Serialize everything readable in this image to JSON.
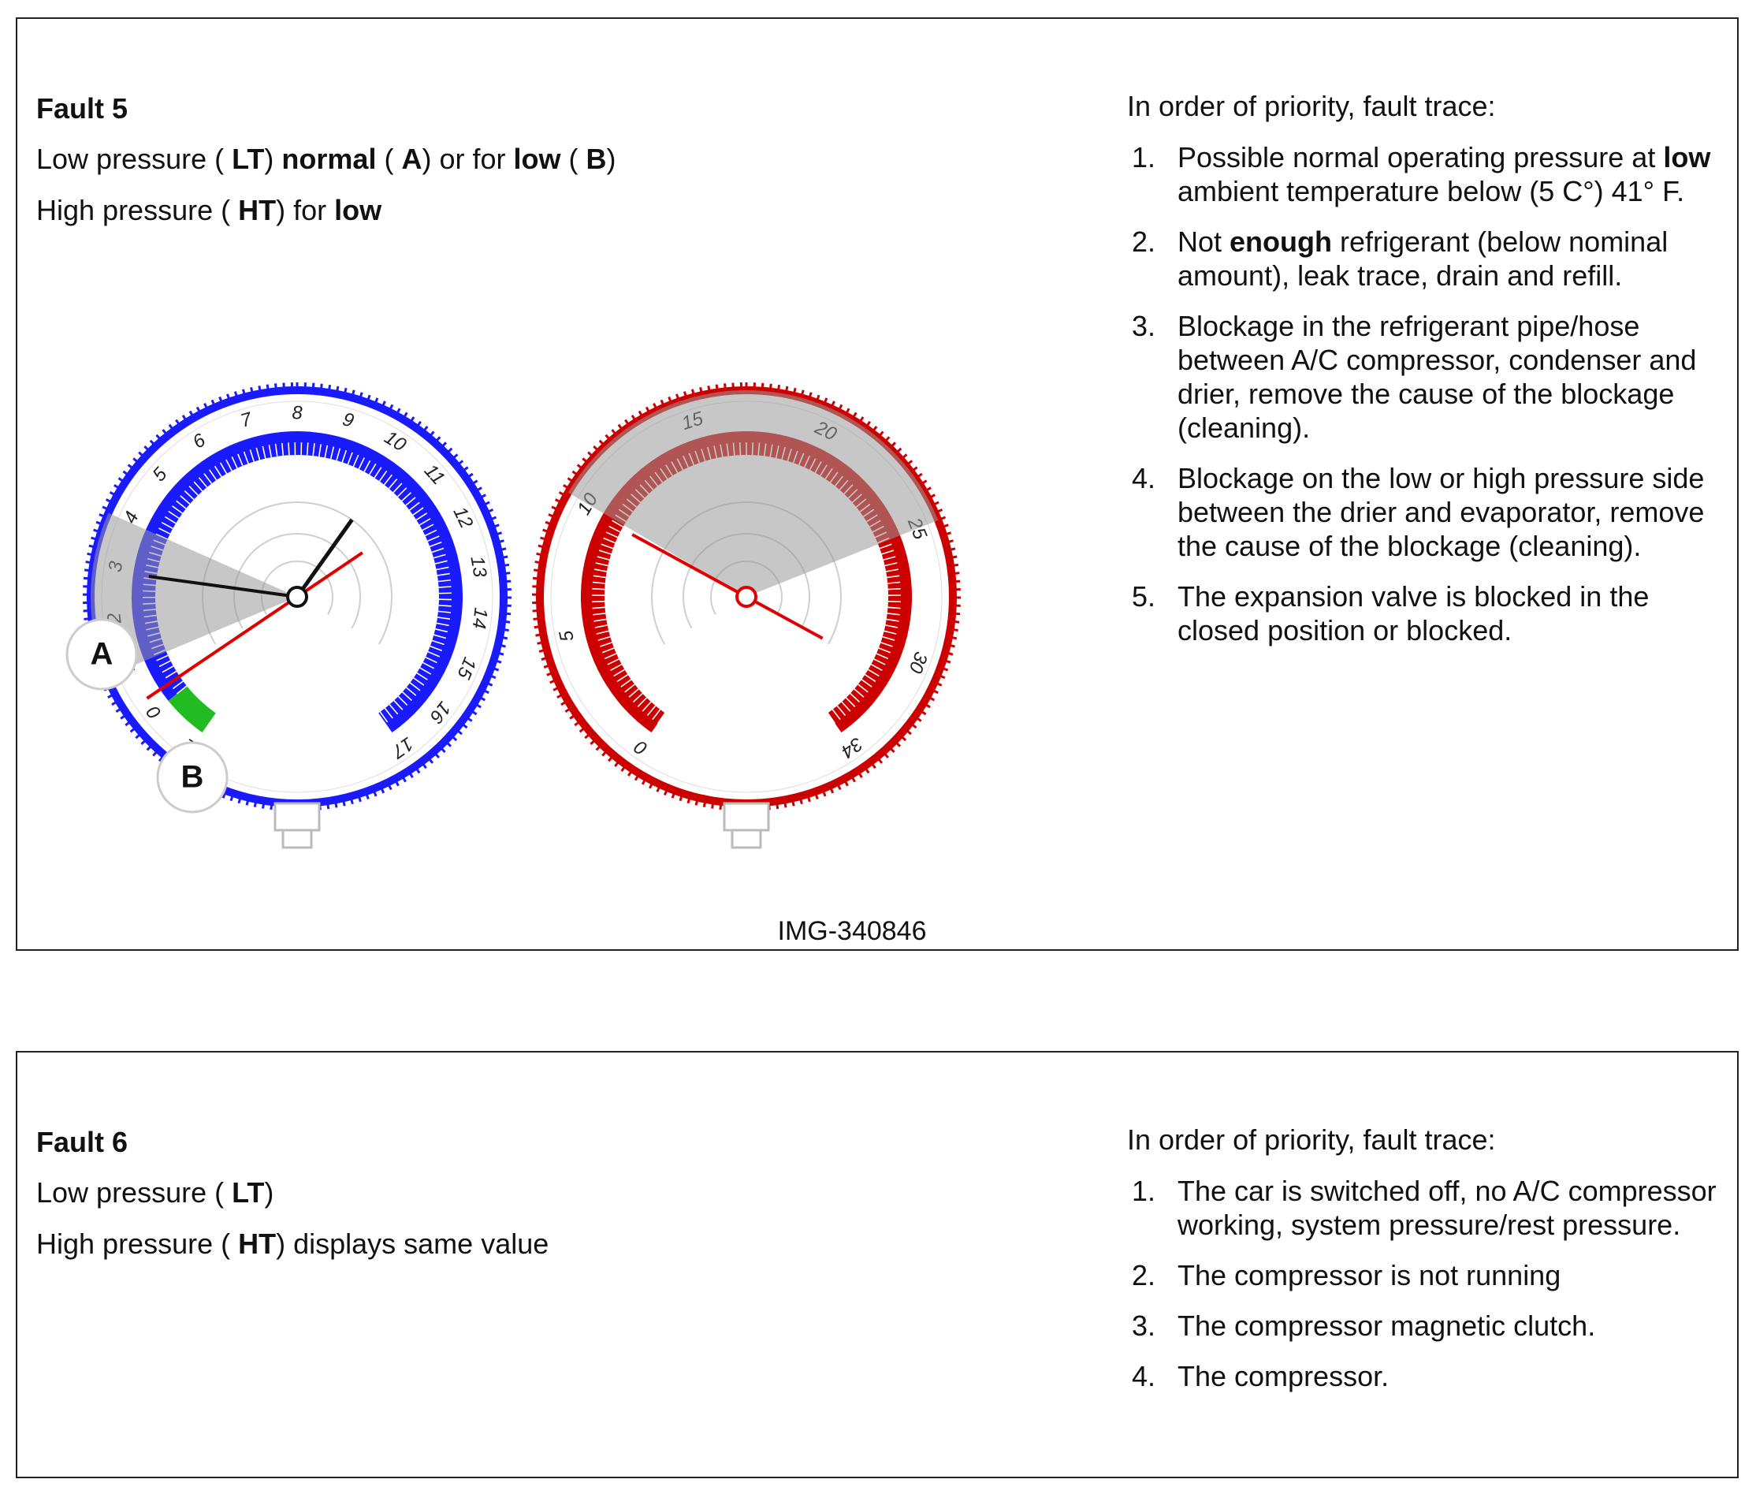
{
  "fault5": {
    "title": "Fault 5",
    "low_line": {
      "t1": "Low pressure ( ",
      "b1": "LT",
      "t2": ") ",
      "b2": "normal",
      "t3": " ( ",
      "b3": "A",
      "t4": ") or for ",
      "b4": "low",
      "t5": " ( ",
      "b5": "B",
      "t6": ")"
    },
    "high_line": {
      "t1": "High pressure ( ",
      "b1": "HT",
      "t2": ") for ",
      "b2": "low"
    },
    "trace_heading": "In order of priority, fault trace:",
    "trace": [
      {
        "num": "1.",
        "t1": "Possible normal operating pressure at ",
        "b1": "low",
        "t2": " ambient temperature below (5 C°) 41° F."
      },
      {
        "num": "2.",
        "t1": "Not ",
        "b1": "enough",
        "t2": " refrigerant (below nominal amount), leak trace, drain and refill."
      },
      {
        "num": "3.",
        "t1": "Blockage in the refrigerant pipe/hose between A/C compressor, condenser and drier, remove the cause of the blockage (cleaning).",
        "b1": "",
        "t2": ""
      },
      {
        "num": "4.",
        "t1": "Blockage on the low or high pressure side between the drier and evaporator, remove the cause of the blockage (cleaning).",
        "b1": "",
        "t2": ""
      },
      {
        "num": "5.",
        "t1": "The expansion valve is blocked in the closed position or blocked.",
        "b1": "",
        "t2": ""
      }
    ],
    "image_id": "IMG-340846",
    "low_gauge": {
      "color": "#1a1aff",
      "zero_color": "#22bb22",
      "min": -1,
      "max": 17,
      "tick_labels": [
        "-1",
        "0",
        "1",
        "2",
        "3",
        "4",
        "5",
        "6",
        "7",
        "8",
        "9",
        "10",
        "11",
        "12",
        "13",
        "14",
        "15",
        "16",
        "17"
      ],
      "needle_value": 2.9,
      "needle_counter": 10.2,
      "red_needle_value": 0.3,
      "shaded_range": [
        1.0,
        3.9
      ],
      "callout_a": "A",
      "callout_b": "B"
    },
    "high_gauge": {
      "color": "#cc0000",
      "min": 0,
      "max": 34,
      "tick_labels": [
        "0",
        "5",
        "10",
        "15",
        "20",
        "25",
        "30",
        "34"
      ],
      "needle_value": 9.8,
      "shaded_range": [
        10,
        25
      ]
    }
  },
  "fault6": {
    "title": "Fault 6",
    "low_line": {
      "t1": "Low pressure ( ",
      "b1": "LT",
      "t2": ")"
    },
    "high_line": {
      "t1": "High pressure ( ",
      "b1": "HT",
      "t2": ") displays same value"
    },
    "trace_heading": "In order of priority, fault trace:",
    "trace": [
      {
        "num": "1.",
        "t1": "The car is switched off, no A/C compressor working, system pressure/rest pressure.",
        "b1": "",
        "t2": ""
      },
      {
        "num": "2.",
        "t1": "The compressor is not running",
        "b1": "",
        "t2": ""
      },
      {
        "num": "3.",
        "t1": "The compressor magnetic clutch.",
        "b1": "",
        "t2": ""
      },
      {
        "num": "4.",
        "t1": "The compressor.",
        "b1": "",
        "t2": ""
      }
    ]
  }
}
